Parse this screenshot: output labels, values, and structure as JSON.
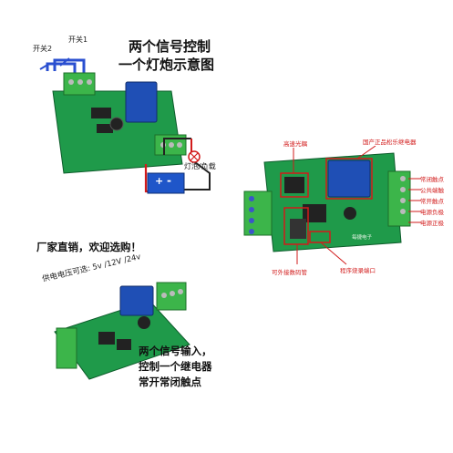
{
  "top_left": {
    "title_line1": "两个信号控制",
    "title_line2": "一个灯炮示意图",
    "switch2_label": "开关2",
    "switch1_label": "开关1",
    "lamp_label": "灯泡/负载",
    "battery_plus": "+",
    "battery_minus": "-"
  },
  "top_right": {
    "label_optocoupler": "高速光耦",
    "label_relay": "国产正品松乐继电器",
    "label_nc": "常闭触点",
    "label_common": "公共端触",
    "label_no": "常开触点",
    "label_power_neg": "电源负极",
    "label_power_pos": "电源正极",
    "label_jumper": "可外接数码管",
    "label_prog_port": "程序烧录端口",
    "board_silk": "每捷电子"
  },
  "bottom_left": {
    "promo": "厂家直销，欢迎选购！",
    "voltage": "供电电压可选: 5v /12V /24v",
    "desc_line1": "两个信号输入，",
    "desc_line2": "控制一个继电器",
    "desc_line3": "常开常闭触点"
  },
  "colors": {
    "pcb_green": "#1f9a4a",
    "terminal_green": "#3cb54a",
    "relay_blue": "#1f4fb5",
    "annotation_red": "#d21b1b"
  }
}
